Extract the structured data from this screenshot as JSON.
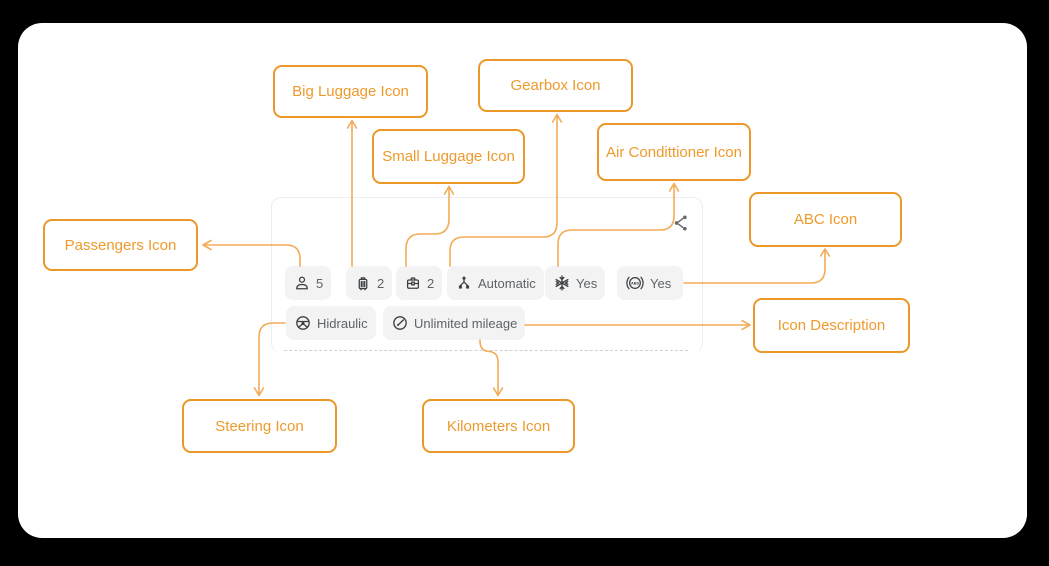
{
  "colors": {
    "background": "#000000",
    "panel": "#FFFFFF",
    "accent_orange": "#EC9829",
    "connector_orange": "#F2AC58",
    "chip_background": "#F3F3F3",
    "chip_text": "#5F6368",
    "icon_color": "#3C4043",
    "share_icon_color": "#696969"
  },
  "callouts": {
    "passengers": {
      "label": "Passengers Icon"
    },
    "big_luggage": {
      "label": "Big Luggage Icon"
    },
    "small_luggage": {
      "label": "Small Luggage Icon"
    },
    "gearbox": {
      "label": "Gearbox Icon"
    },
    "air_conditioner": {
      "label": "Air Condittioner Icon"
    },
    "abc": {
      "label": "ABC Icon"
    },
    "icon_description": {
      "label": "Icon Description"
    },
    "steering": {
      "label": "Steering Icon"
    },
    "kilometers": {
      "label": "Kilometers Icon"
    }
  },
  "card": {
    "share_icon": "share-icon",
    "chips": {
      "passengers": {
        "icon": "person-icon",
        "value": "5"
      },
      "big_luggage": {
        "icon": "big-luggage-icon",
        "value": "2"
      },
      "small_luggage": {
        "icon": "small-luggage-icon",
        "value": "2"
      },
      "gearbox": {
        "icon": "gearbox-icon",
        "value": "Automatic"
      },
      "air_conditioner": {
        "icon": "snowflake-icon",
        "value": "Yes"
      },
      "abs": {
        "icon": "abs-icon",
        "value": "Yes"
      },
      "steering": {
        "icon": "steering-wheel-icon",
        "value": "Hidraulic"
      },
      "kilometers": {
        "icon": "speedometer-icon",
        "value": "Unlimited mileage"
      }
    }
  }
}
